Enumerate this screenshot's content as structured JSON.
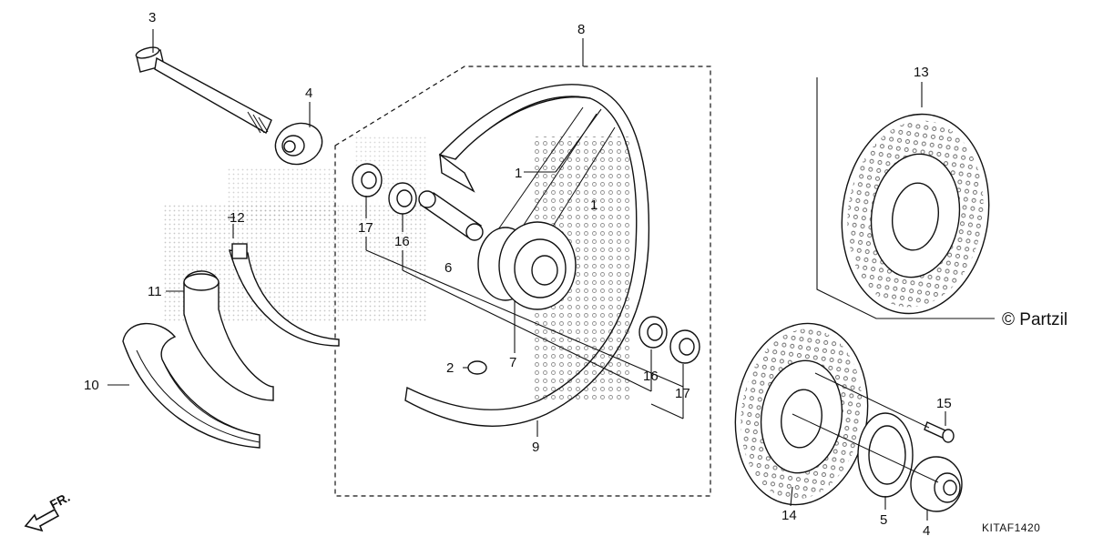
{
  "labels": {
    "p1a": "1",
    "p1b": "1",
    "p2": "2",
    "p3": "3",
    "p4a": "4",
    "p4b": "4",
    "p5": "5",
    "p6": "6",
    "p7": "7",
    "p8": "8",
    "p9": "9",
    "p10": "10",
    "p11": "11",
    "p12": "12",
    "p13": "13",
    "p14": "14",
    "p15": "15",
    "p16a": "16",
    "p16b": "16",
    "p17a": "17",
    "p17b": "17"
  },
  "copyright": "© Partzil",
  "diagram_code": "KITAF1420",
  "front_marker": "FR."
}
